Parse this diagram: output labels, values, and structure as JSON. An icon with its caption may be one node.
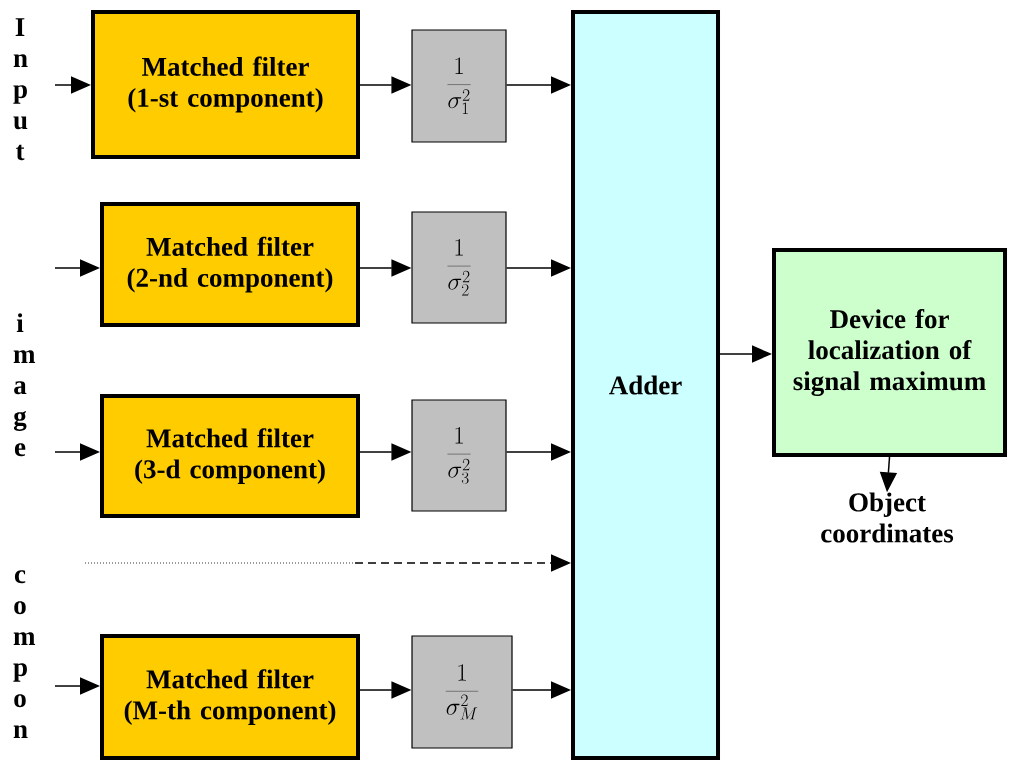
{
  "diagram": {
    "nodes": [
      {
        "text": [
          "Matched filter (1-st component)"
        ]
      },
      {
        "text": [
          "Matched filter (2-nd component)"
        ]
      },
      {
        "text": [
          "Matched filter (3-d component)"
        ]
      },
      {
        "text": [
          "Matched filter (M-th component)"
        ]
      },
      {
        "text": [
          "\\frac{1}{\\sigma_{1}^{2}}"
        ]
      },
      {
        "text": [
          "\\frac{1}{\\sigma_{2}^{2}}"
        ]
      },
      {
        "text": [
          "\\frac{1}{\\sigma_{3}^{2}}"
        ]
      },
      {
        "text": [
          "\\frac{1}{\\sigma_{M}^{2}}"
        ]
      },
      {
        "text": [
          "Adder"
        ]
      },
      {
        "text": [
          "Device for localization of signal maximum"
        ]
      },
      {
        "text": [
          "Object coordinates"
        ]
      }
    ],
    "edges": [
      {
        "from": null,
        "to": 0,
        "arrow": "to"
      },
      {
        "from": null,
        "to": 1,
        "arrow": "to"
      },
      {
        "from": null,
        "to": 2,
        "arrow": "to"
      },
      {
        "from": null,
        "to": 3,
        "arrow": "to"
      },
      {
        "from": 0,
        "to": 4,
        "arrow": "to"
      },
      {
        "from": 1,
        "to": 5,
        "arrow": "to"
      },
      {
        "from": 2,
        "to": 6,
        "arrow": "to"
      },
      {
        "from": 3,
        "to": 7,
        "arrow": "to"
      },
      {
        "from": 4,
        "to": 8,
        "arrow": "to"
      },
      {
        "from": 5,
        "to": 8,
        "arrow": "to"
      },
      {
        "from": 6,
        "to": 8,
        "arrow": "to"
      },
      {
        "from": 7,
        "to": 8,
        "arrow": "to"
      },
      {
        "from": null,
        "to": 8,
        "arrow": "to",
        "style": "dashed"
      },
      {
        "from": 8,
        "to": 9,
        "arrow": "to"
      },
      {
        "from": 9,
        "to": 10,
        "arrow": "to"
      }
    ],
    "labels": [
      "Input",
      "image",
      "compon"
    ]
  }
}
